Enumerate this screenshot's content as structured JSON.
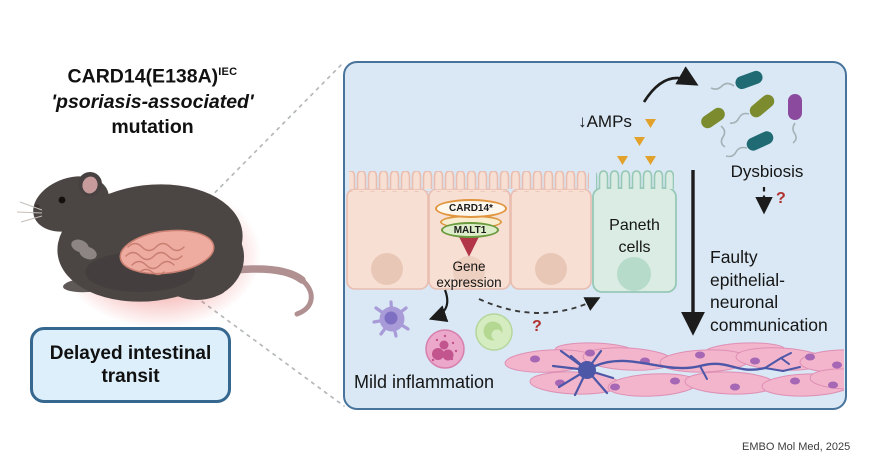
{
  "figure": {
    "title": {
      "gene": "CARD14(E138A)",
      "superscript": "IEC",
      "line2": "'psoriasis-associated'",
      "line3": "mutation"
    },
    "delayed_box": {
      "label": "Delayed intestinal transit"
    },
    "panel": {
      "amps_label": "↓AMPs",
      "dysbiosis_label": "Dysbiosis",
      "dysbiosis_question": "?",
      "faulty_lines": [
        "Faulty",
        "epithelial-",
        "neuronal",
        "communication"
      ],
      "card14_label": "CARD14*",
      "malt1_label": "MALT1",
      "gene_expression_label": "Gene expression",
      "paneth_label": "Paneth cells",
      "paneth_question": "?",
      "mild_inflammation_label": "Mild inflammation"
    },
    "credit": "EMBO Mol Med, 2025",
    "colors": {
      "panel_bg": "#d9e8f4",
      "panel_border": "#48739b",
      "box_bg": "#ddeffa",
      "box_border": "#36688f",
      "epithelial_cell": "#f7dfd3",
      "epithelial_border": "#e9bdb0",
      "paneth_cell": "#daece3",
      "paneth_border": "#97c8b6",
      "amp_triangle": "#e2a12b",
      "bacteria_teal": "#206b73",
      "bacteria_olive": "#7c8b2d",
      "bacteria_purple": "#8c4a9e",
      "question_red": "#b0322e",
      "arrow_red": "#b23648",
      "neuron_blue": "#4c57a8",
      "muscle_pink": "#f3b5cb",
      "glow_red": "#e02823",
      "mouse_gray": "#4b4644",
      "intestine_pink": "#eeab9f"
    }
  }
}
